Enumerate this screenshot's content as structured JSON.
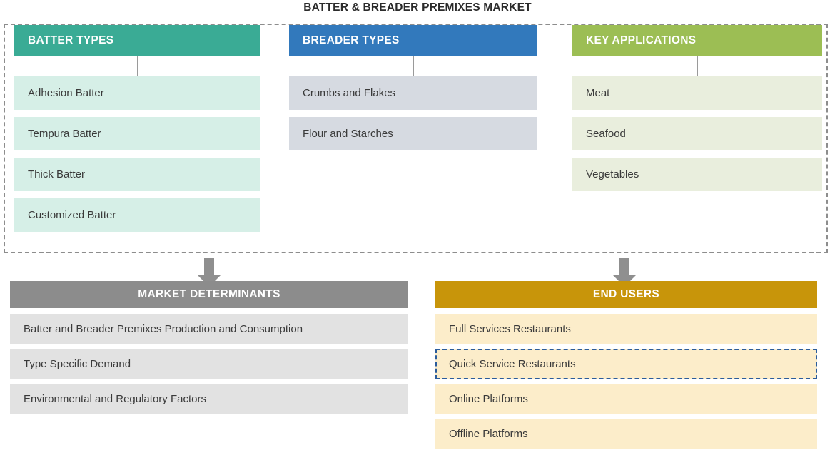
{
  "title": "BATTER & BREADER PREMIXES MARKET",
  "colors": {
    "batter_header": "#3AAB95",
    "batter_item": "#D6EFE7",
    "breader_header": "#3279BC",
    "breader_item": "#D6DAE1",
    "applications_header": "#9CBE54",
    "applications_item": "#E9EEDD",
    "determinants_header": "#8C8C8C",
    "determinants_item": "#E2E2E2",
    "endusers_header": "#C8950A",
    "endusers_item": "#FCEDCA",
    "selection_outline": "#2B5C9B",
    "container_dash": "#8D8D8D",
    "connector": "#9A9A9A",
    "arrow": "#8F8F8F"
  },
  "segments": {
    "batter_types": {
      "header": "BATTER  TYPES",
      "items": [
        "Adhesion Batter",
        "Tempura Batter",
        "Thick Batter",
        "Customized Batter"
      ]
    },
    "breader_types": {
      "header": "BREADER TYPES",
      "items": [
        "Crumbs and Flakes",
        "Flour and Starches"
      ]
    },
    "key_applications": {
      "header": "KEY APPLICATIONS",
      "items": [
        "Meat",
        "Seafood",
        "Vegetables"
      ]
    }
  },
  "market_determinants": {
    "header": "MARKET DETERMINANTS",
    "items": [
      "Batter and Breader Premixes Production and Consumption",
      "Type Specific Demand",
      "Environmental and Regulatory Factors"
    ]
  },
  "end_users": {
    "header": "END USERS",
    "items": [
      "Full Services Restaurants",
      "Quick Service Restaurants",
      "Online Platforms",
      "Offline Platforms"
    ],
    "selected_index": 1
  }
}
